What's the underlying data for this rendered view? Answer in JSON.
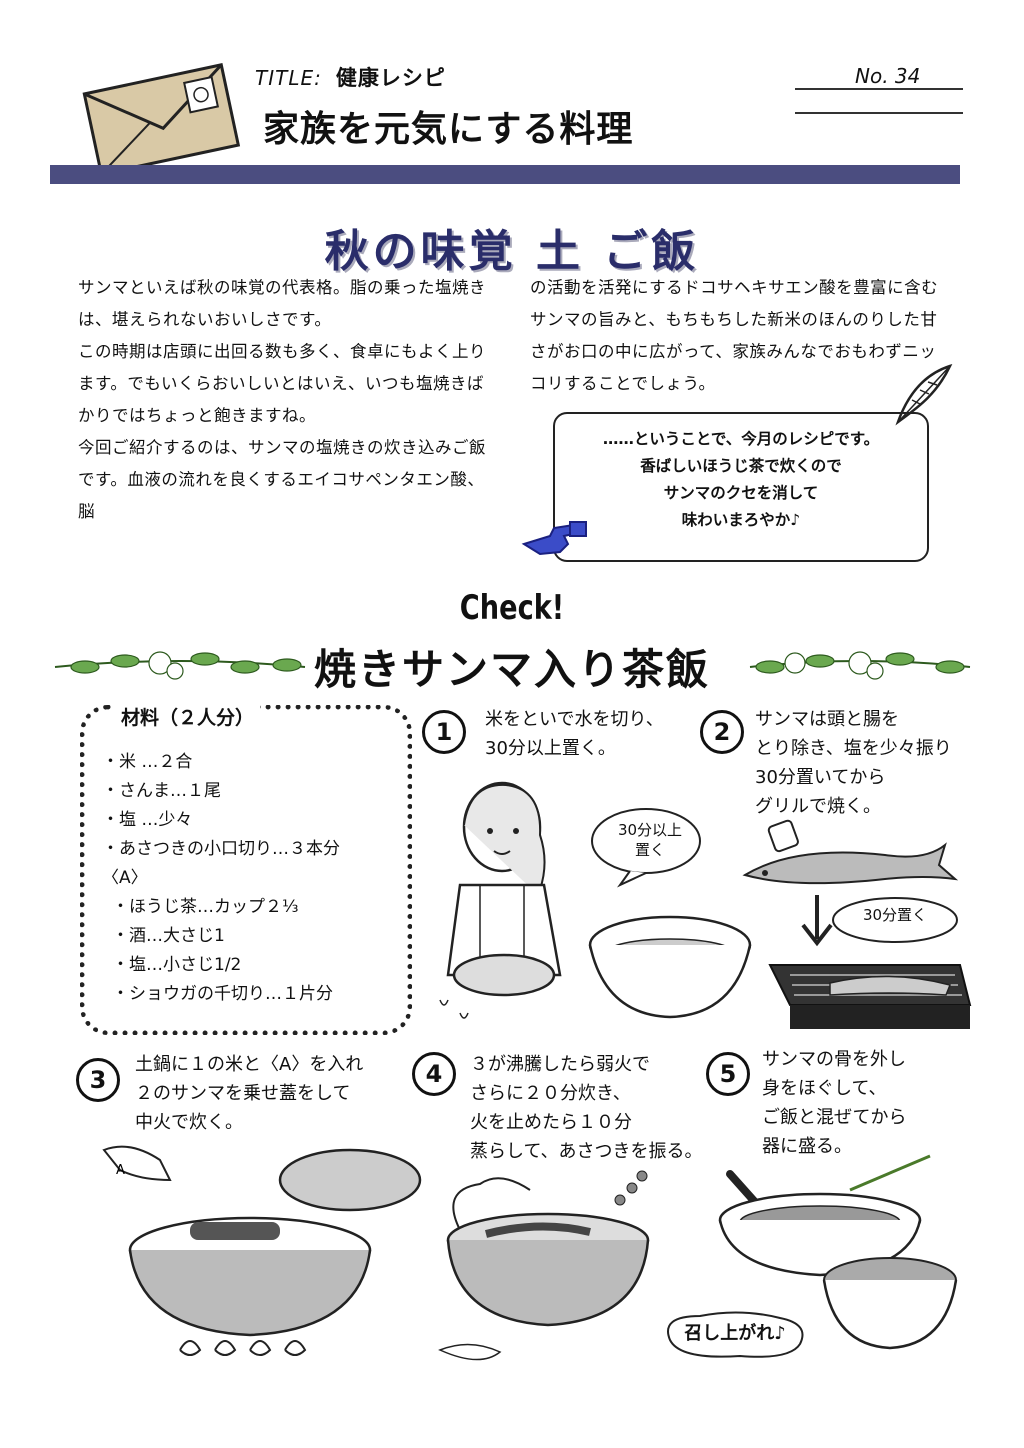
{
  "header": {
    "title_label": "TITLE:",
    "title_value": "健康レシピ",
    "main_title": "家族を元気にする料理",
    "issue_number": "No. 34"
  },
  "heading": "秋の味覚 土 ご飯",
  "intro": {
    "left_paragraphs": [
      "サンマといえば秋の味覚の代表格。脂の乗った塩焼きは、堪えられないおいしさです。",
      "この時期は店頭に出回る数も多く、食卓にもよく上ります。でもいくらおいしいとはいえ、いつも塩焼きばかりではちょっと飽きますね。",
      "今回ご紹介するのは、サンマの塩焼きの炊き込みご飯です。血液の流れを良くするエイコサペンタエン酸、脳"
    ],
    "right_paragraph": "の活動を活発にするドコサヘキサエン酸を豊富に含むサンマの旨みと、もちもちした新米のほんのりした甘さがお口の中に広がって、家族みんなでおもわずニッコリすることでしょう。"
  },
  "callout": {
    "lines": [
      "……ということで、今月のレシピです。",
      "香ばしいほうじ茶で炊くので",
      "サンマのクセを消して",
      "味わいまろやか♪"
    ]
  },
  "check_label": "Check!",
  "recipe_title": "焼きサンマ入り茶飯",
  "ingredients": {
    "title": "材料（２人分）",
    "items": [
      "・米 …２合",
      "・さんま…１尾",
      "・塩 …少々",
      "・あさつきの小口切り…３本分",
      "〈A〉",
      "・ほうじ茶…カップ２⅓",
      "・酒…大さじ1",
      "・塩…小さじ1/2",
      "・ショウガの千切り…１片分"
    ]
  },
  "steps": [
    {
      "num": "1",
      "text": "米をといで水を切り、\n30分以上置く。"
    },
    {
      "num": "2",
      "text": "サンマは頭と腸を\nとり除き、塩を少々振り\n30分置いてから\nグリルで焼く。"
    },
    {
      "num": "3",
      "text": "土鍋に１の米と〈A〉を入れ\n２のサンマを乗せ蓋をして\n中火で炊く。"
    },
    {
      "num": "4",
      "text": "３が沸騰したら弱火で\nさらに２０分炊き、\n火を止めたら１０分\n蒸らして、あさつきを振る。"
    },
    {
      "num": "5",
      "text": "サンマの骨を外し\n身をほぐして、\nご飯と混ぜてから\n器に盛る。"
    }
  ],
  "bubbles": {
    "step1": "30分以上\n置く",
    "step2": "30分置く",
    "final": "召し上がれ♪"
  },
  "illustration_labels": {
    "measure_cup": "A"
  },
  "colors": {
    "header_bar": "#4b4d80",
    "heading": "#2a2d6a",
    "leaves": "#6aa84f"
  }
}
